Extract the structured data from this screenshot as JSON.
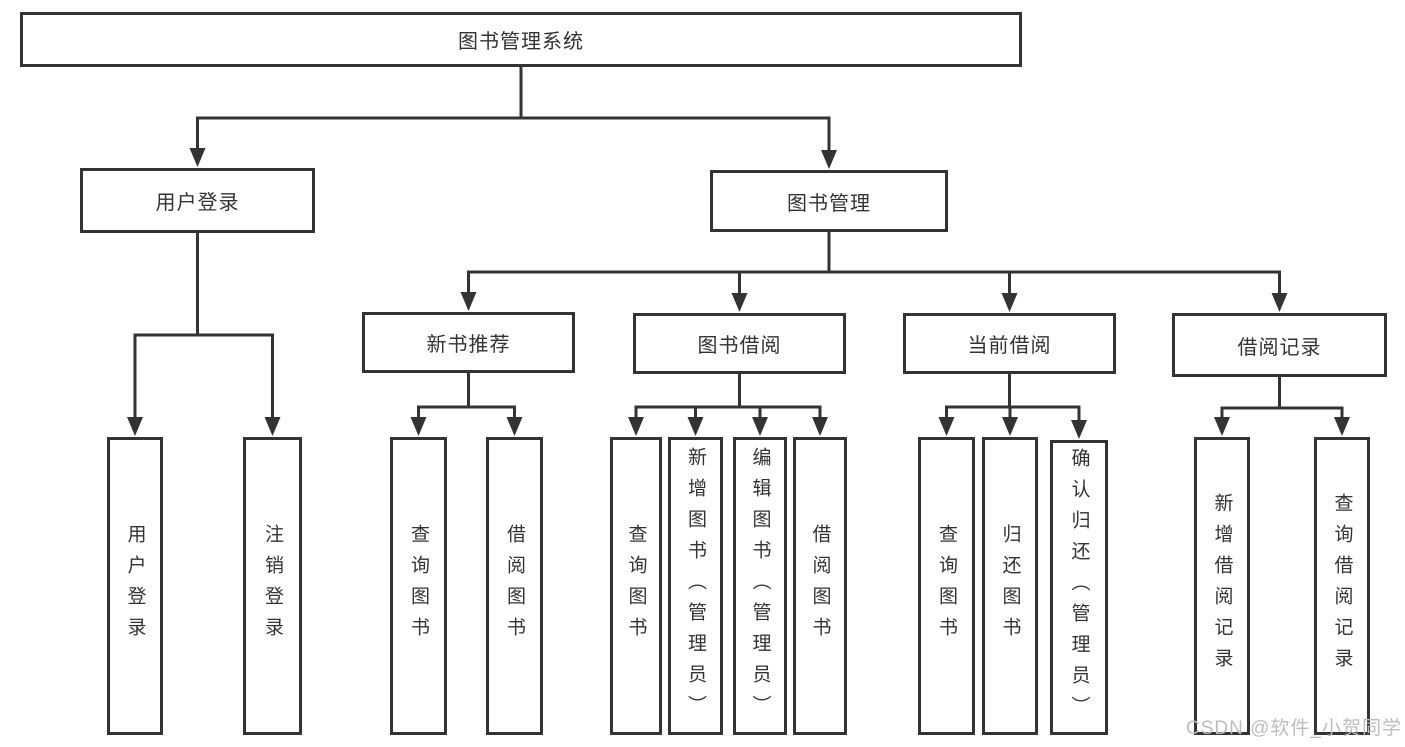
{
  "diagram": {
    "title": "图书管理系统",
    "nodes": [
      {
        "id": "root",
        "label": "图书管理系统"
      },
      {
        "id": "user-login",
        "label": "用户登录"
      },
      {
        "id": "book-mgmt",
        "label": "图书管理"
      },
      {
        "id": "new-book-rec",
        "label": "新书推荐"
      },
      {
        "id": "book-borrow",
        "label": "图书借阅"
      },
      {
        "id": "current-borrow",
        "label": "当前借阅"
      },
      {
        "id": "borrow-records",
        "label": "借阅记录"
      },
      {
        "id": "leaf-user-login",
        "label": "用户登录"
      },
      {
        "id": "leaf-logout",
        "label": "注销登录"
      },
      {
        "id": "leaf-query-book-1",
        "label": "查询图书"
      },
      {
        "id": "leaf-borrow-book-1",
        "label": "借阅图书"
      },
      {
        "id": "leaf-query-book-2",
        "label": "查询图书"
      },
      {
        "id": "leaf-add-book",
        "label": "新增图书（管理员）"
      },
      {
        "id": "leaf-edit-book",
        "label": "编辑图书（管理员）"
      },
      {
        "id": "leaf-borrow-book-2",
        "label": "借阅图书"
      },
      {
        "id": "leaf-query-book-3",
        "label": "查询图书"
      },
      {
        "id": "leaf-return-book",
        "label": "归还图书"
      },
      {
        "id": "leaf-confirm-return",
        "label": "确认归还（管理员）"
      },
      {
        "id": "leaf-add-borrow-record",
        "label": "新增借阅记录"
      },
      {
        "id": "leaf-query-borrow-record",
        "label": "查询借阅记录"
      }
    ],
    "edges": [
      [
        "root",
        "user-login"
      ],
      [
        "root",
        "book-mgmt"
      ],
      [
        "user-login",
        "leaf-user-login"
      ],
      [
        "user-login",
        "leaf-logout"
      ],
      [
        "book-mgmt",
        "new-book-rec"
      ],
      [
        "book-mgmt",
        "book-borrow"
      ],
      [
        "book-mgmt",
        "current-borrow"
      ],
      [
        "book-mgmt",
        "borrow-records"
      ],
      [
        "new-book-rec",
        "leaf-query-book-1"
      ],
      [
        "new-book-rec",
        "leaf-borrow-book-1"
      ],
      [
        "book-borrow",
        "leaf-query-book-2"
      ],
      [
        "book-borrow",
        "leaf-add-book"
      ],
      [
        "book-borrow",
        "leaf-edit-book"
      ],
      [
        "book-borrow",
        "leaf-borrow-book-2"
      ],
      [
        "current-borrow",
        "leaf-query-book-3"
      ],
      [
        "current-borrow",
        "leaf-return-book"
      ],
      [
        "current-borrow",
        "leaf-confirm-return"
      ],
      [
        "borrow-records",
        "leaf-add-borrow-record"
      ],
      [
        "borrow-records",
        "leaf-query-borrow-record"
      ]
    ]
  },
  "watermark": {
    "text": "CSDN @软件_小贺同学"
  },
  "colors": {
    "line": "#333333",
    "text": "#333333",
    "background": "#ffffff",
    "watermark": "#bdbdbd"
  }
}
